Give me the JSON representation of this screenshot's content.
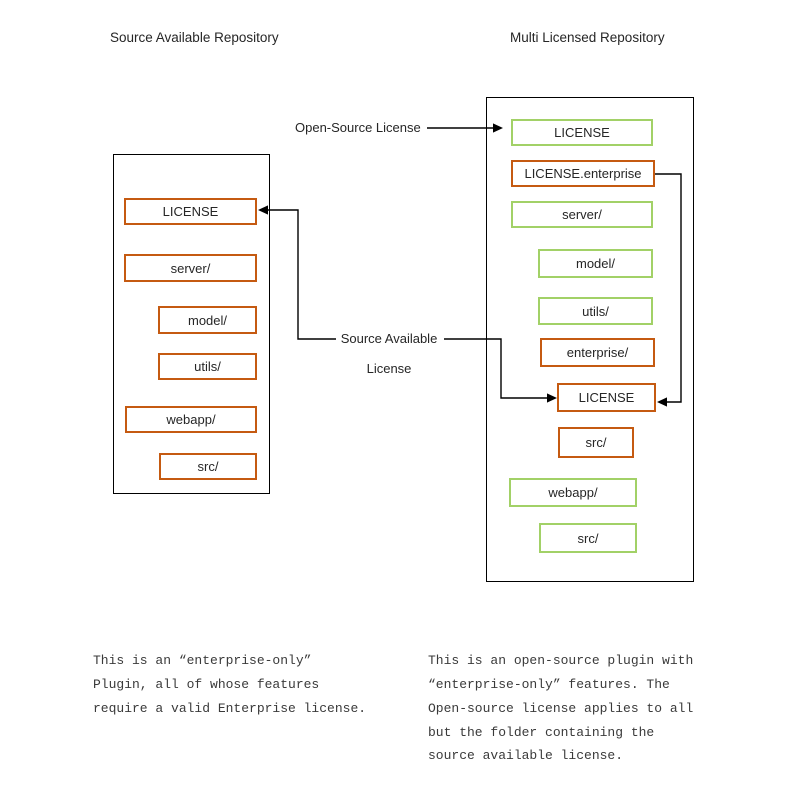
{
  "colors": {
    "orange_border": "#C55A11",
    "green_border": "#A2D167",
    "wire": "#000000",
    "frame": "#000000",
    "background": "#ffffff"
  },
  "left_repo": {
    "title": "Source Available Repository",
    "items": [
      {
        "label": "LICENSE",
        "variant": "orange"
      },
      {
        "label": "server/",
        "variant": "orange"
      },
      {
        "label": "model/",
        "variant": "orange"
      },
      {
        "label": "utils/",
        "variant": "orange"
      },
      {
        "label": "webapp/",
        "variant": "orange"
      },
      {
        "label": "src/",
        "variant": "orange"
      }
    ]
  },
  "right_repo": {
    "title": "Multi Licensed Repository",
    "items": [
      {
        "label": "LICENSE",
        "variant": "green"
      },
      {
        "label": "LICENSE.enterprise",
        "variant": "orange"
      },
      {
        "label": "server/",
        "variant": "green"
      },
      {
        "label": "model/",
        "variant": "green"
      },
      {
        "label": "utils/",
        "variant": "green"
      },
      {
        "label": "enterprise/",
        "variant": "orange"
      },
      {
        "label": "LICENSE",
        "variant": "orange"
      },
      {
        "label": "src/",
        "variant": "orange"
      },
      {
        "label": "webapp/",
        "variant": "green"
      },
      {
        "label": "src/",
        "variant": "green"
      }
    ]
  },
  "annotations": {
    "open_source_license": "Open-Source License",
    "source_available_line1": "Source Available",
    "source_available_line2": "License"
  },
  "notes": {
    "left": {
      "lines": [
        "This is an “enterprise-only”",
        "Plugin, all of whose features",
        "require a valid Enterprise license."
      ]
    },
    "right": {
      "lines": [
        "This is an open-source plugin with",
        "“enterprise-only” features. The",
        "Open-source license applies to all",
        "but the folder containing the",
        "source available license."
      ]
    }
  }
}
